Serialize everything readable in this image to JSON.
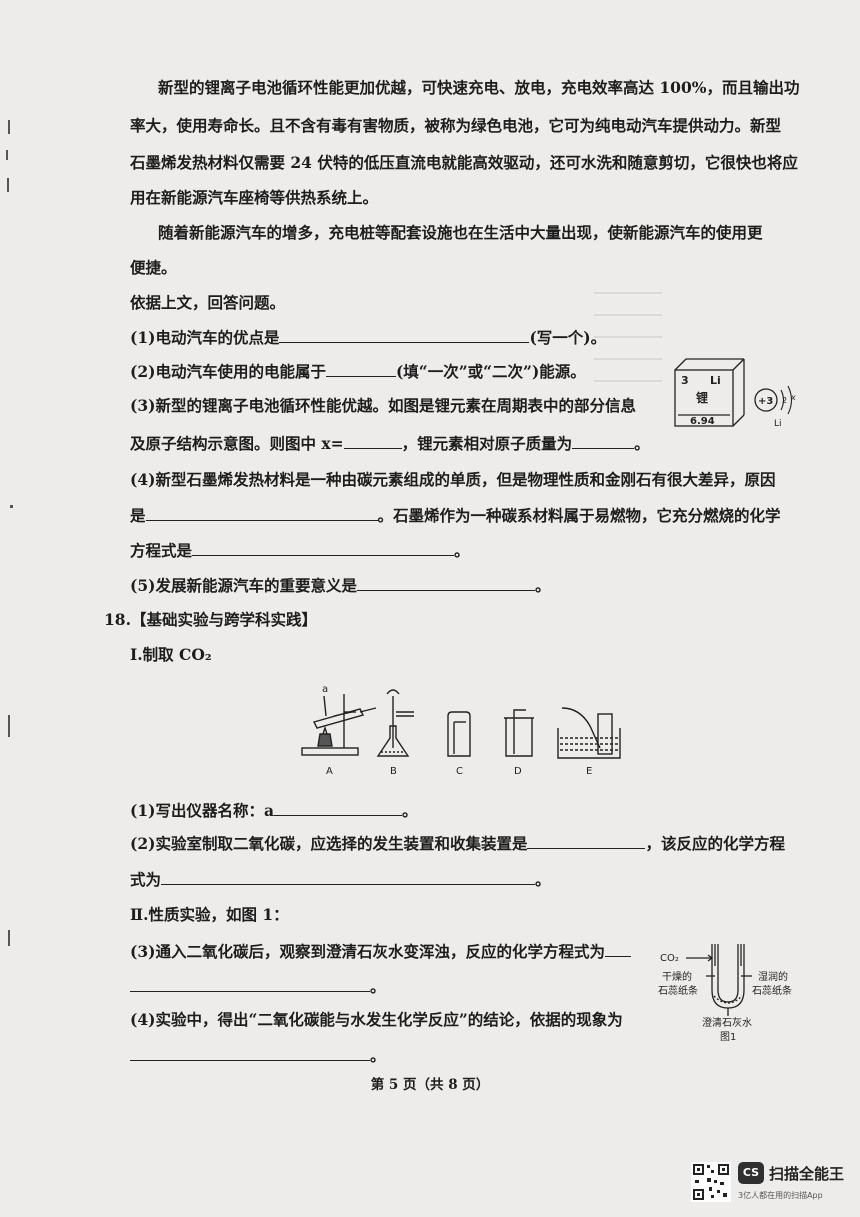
{
  "paragraphs": [
    "新型的锂离子电池循环性能更加优越，可快速充电、放电，充电效率高达 100%，而且输出功",
    "率大，使用寿命长。且不含有毒有害物质，被称为绿色电池，它可为纯电动汽车提供动力。新型",
    "石墨烯发热材料仅需要 24 伏特的低压直流电就能高效驱动，还可水洗和随意剪切，它很快也将应",
    "用在新能源汽车座椅等供热系统上。",
    "随着新能源汽车的增多，充电桩等配套设施也在生活中大量出现，使新能源汽车的使用更",
    "便捷。"
  ],
  "instruction": "依据上文，回答问题。",
  "q17": {
    "q1_a": "(1)电动汽车的优点是",
    "q1_b": "(写一个)。",
    "q2_a": "(2)电动汽车使用的电能属于",
    "q2_b": "(填“一次”或“二次”)能源。",
    "q3_line1": "(3)新型的锂离子电池循环性能优越。如图是锂元素在周期表中的部分信息",
    "q3_a": "及原子结构示意图。则图中 x=",
    "q3_b": "，锂元素相对原子质量为",
    "q3_c": "。",
    "q4_line1": "(4)新型石墨烯发热材料是一种由碳元素组成的单质，但是物理性质和金刚石有很大差异，原因",
    "q4_a": "是",
    "q4_b": "。石墨烯作为一种碳系材料属于易燃物，它充分燃烧的化学",
    "q4_c": "方程式是",
    "q4_d": "。",
    "q5_a": "(5)发展新能源汽车的重要意义是",
    "q5_b": "。"
  },
  "element_card": {
    "number": "3",
    "symbol": "Li",
    "name": "锂",
    "mass": "6.94",
    "nucleus": "+3",
    "shell1": "2",
    "shell2": "x",
    "label": "Li"
  },
  "q18": {
    "header": "18.【基础实验与跨学科实践】",
    "part1": "Ⅰ.制取 CO₂",
    "apparatus_labels": [
      "A",
      "B",
      "C",
      "D",
      "E"
    ],
    "apparatus_a_label": "a",
    "q1_a": "(1)写出仪器名称：a",
    "q1_b": "。",
    "q2_a": "(2)实验室制取二氧化碳，应选择的发生装置和收集装置是",
    "q2_b": "，该反应的化学方程",
    "q2_c": "式为",
    "q2_d": "。",
    "part2": "Ⅱ.性质实验，如图 1：",
    "q3_a": "(3)通入二氧化碳后，观察到澄清石灰水变浑浊，反应的化学方程式为",
    "q3_b": "。",
    "q4_a": "(4)实验中，得出“二氧化碳能与水发生化学反应”的结论，依据的现象为",
    "q4_b": "。"
  },
  "figure1": {
    "gas": "CO₂",
    "dry_1": "干燥的",
    "dry_2": "石蕊纸条",
    "wet_1": "湿润的",
    "wet_2": "石蕊纸条",
    "liquid": "澄清石灰水",
    "caption": "图1"
  },
  "footer": "第 5 页（共 8 页）",
  "scanner": {
    "logo": "CS",
    "title": "扫描全能王",
    "subtitle": "3亿人都在用的扫描App"
  }
}
